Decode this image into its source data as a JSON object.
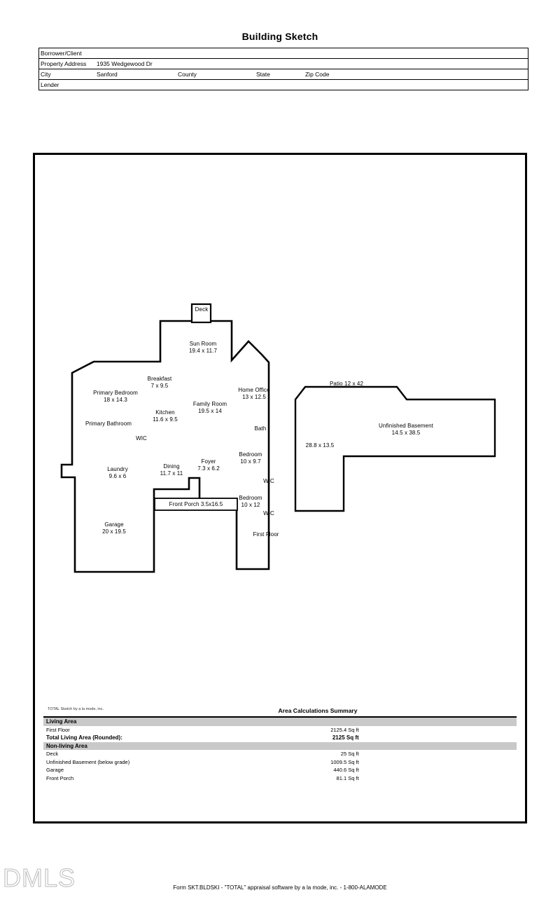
{
  "document": {
    "title": "Building Sketch",
    "footer": "Form SKT.BLDSKI - \"TOTAL\" appraisal software by a la mode, inc. - 1-800-ALAMODE",
    "watermark": "DMLS"
  },
  "header": {
    "borrower_label": "Borrower/Client",
    "borrower_value": "",
    "property_address_label": "Property Address",
    "property_address_value": "1935 Wedgewood Dr",
    "city_label": "City",
    "city_value": "Sanford",
    "county_label": "County",
    "county_value": "",
    "state_label": "State",
    "state_value": "",
    "zip_label": "Zip Code",
    "zip_value": "",
    "lender_label": "Lender",
    "lender_value": ""
  },
  "sketch": {
    "floor_label": "First Floor",
    "rooms": [
      {
        "name": "Deck",
        "dims": ""
      },
      {
        "name": "Sun Room",
        "dims": "19.4 x 11.7"
      },
      {
        "name": "Breakfast",
        "dims": "7 x 9.5"
      },
      {
        "name": "Primary Bedroom",
        "dims": "18 x 14.3"
      },
      {
        "name": "Kitchen",
        "dims": "11.6 x 9.5"
      },
      {
        "name": "Primary Bathroom",
        "dims": ""
      },
      {
        "name": "WIC",
        "dims": ""
      },
      {
        "name": "Family Room",
        "dims": "19.5 x 14"
      },
      {
        "name": "Home Office",
        "dims": "13 x 12.5"
      },
      {
        "name": "Bath",
        "dims": ""
      },
      {
        "name": "Bedroom",
        "dims": "10 x 9.7"
      },
      {
        "name": "WIC",
        "dims": ""
      },
      {
        "name": "Bedroom",
        "dims": "10 x 12"
      },
      {
        "name": "WIC",
        "dims": ""
      },
      {
        "name": "Foyer",
        "dims": "7.3 x 6.2"
      },
      {
        "name": "Dining",
        "dims": "11.7 x 11"
      },
      {
        "name": "Laundry",
        "dims": "9.6 x 6"
      },
      {
        "name": "Garage",
        "dims": "20 x 19.5"
      },
      {
        "name": "Front Porch 3.5x16.5",
        "dims": ""
      },
      {
        "name": "Patio 12 x 42",
        "dims": ""
      },
      {
        "name": "Unfinished Basement",
        "dims": "14.5 x 38.5"
      },
      {
        "name": "",
        "dims": "28.8 x 13.5"
      }
    ]
  },
  "summary": {
    "credit": "TOTAL Sketch by a la mode, inc.",
    "title": "Area Calculations Summary",
    "living_header": "Living Area",
    "nonliving_header": "Non-living Area",
    "living_rows": [
      {
        "name": "First Floor",
        "value": "2125.4 Sq ft"
      }
    ],
    "total_row": {
      "name": "Total Living Area (Rounded):",
      "value": "2125 Sq ft"
    },
    "nonliving_rows": [
      {
        "name": "Deck",
        "value": "25 Sq ft"
      },
      {
        "name": "Unfinished Basement (below grade)",
        "value": "1009.5 Sq ft"
      },
      {
        "name": "Garage",
        "value": "440.6 Sq ft"
      },
      {
        "name": "Front Porch",
        "value": "81.1 Sq ft"
      }
    ]
  }
}
